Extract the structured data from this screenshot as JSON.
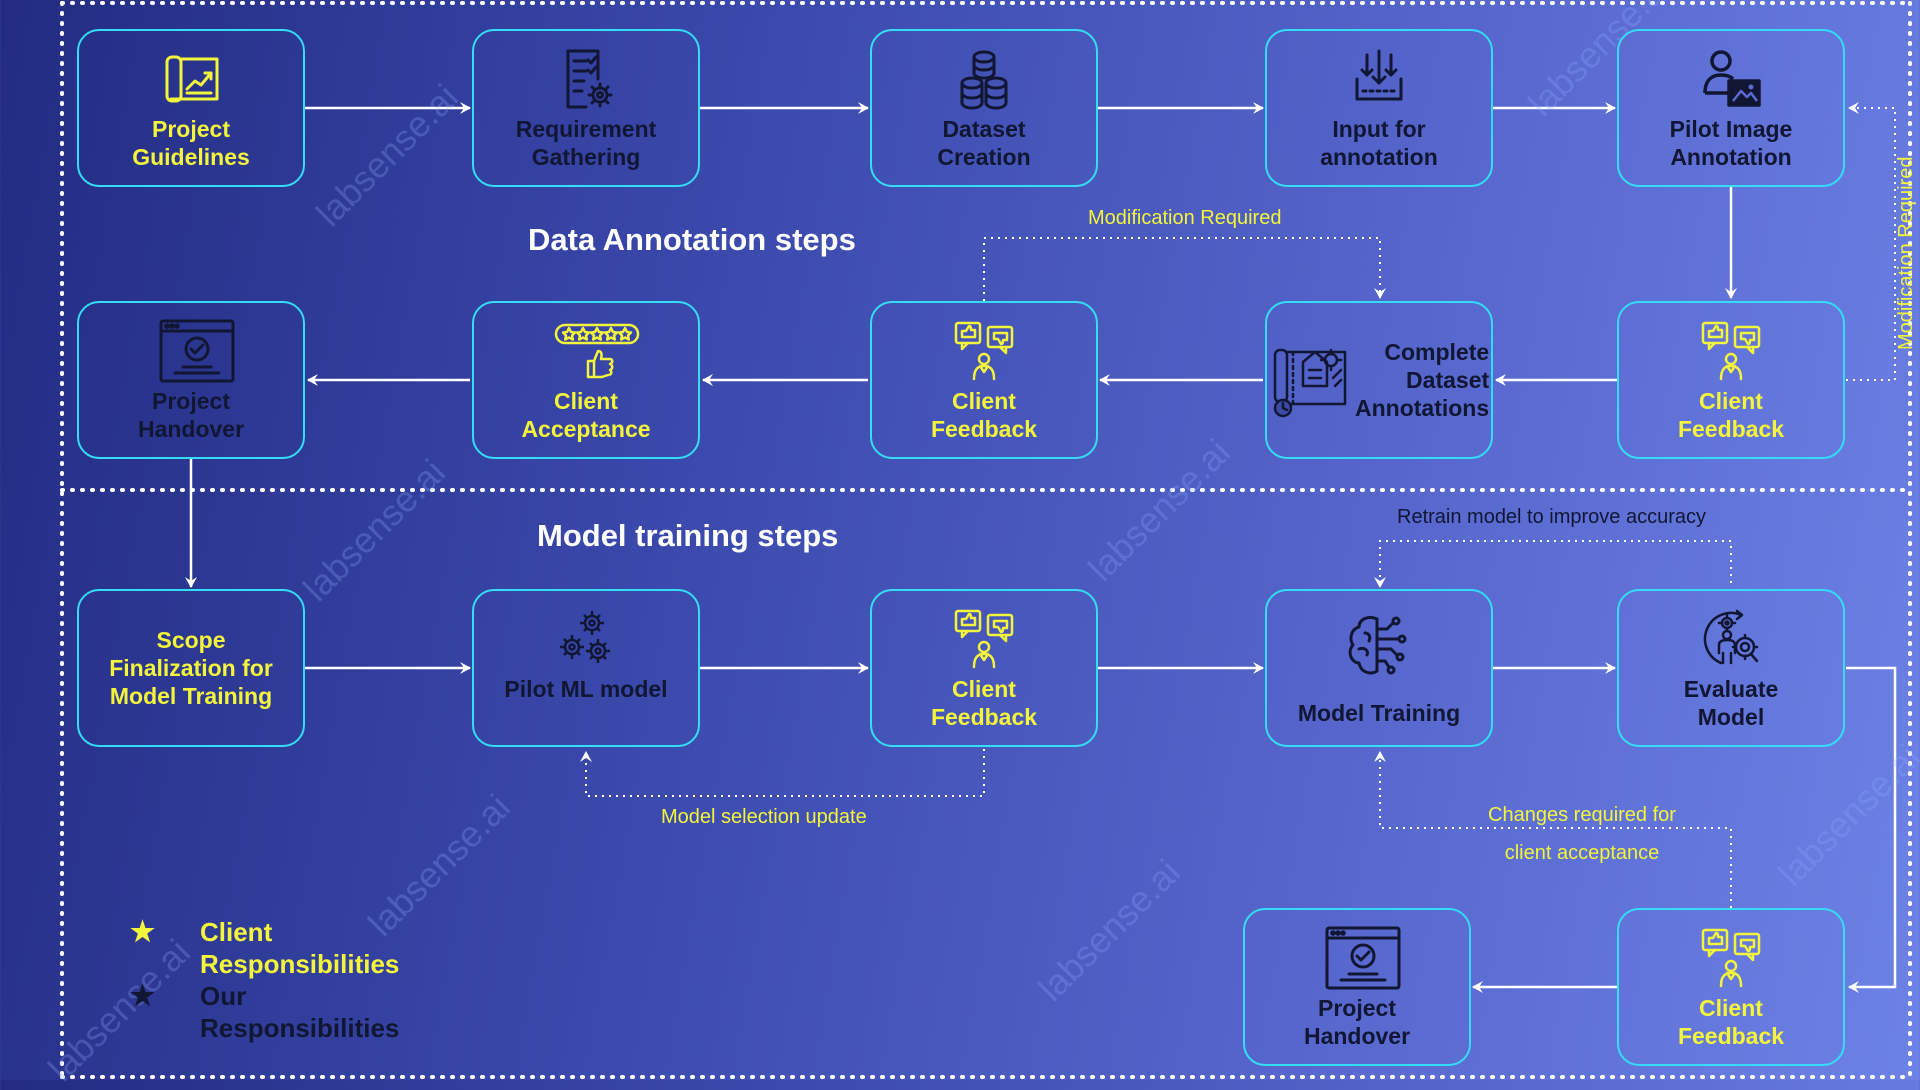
{
  "colors": {
    "box_border": "#34dcf5",
    "client_text": "#f3f53a",
    "our_text": "#111633",
    "arrow": "#ffffff",
    "dotted": "#ffffff"
  },
  "sections": {
    "annotation_title": "Data Annotation steps",
    "training_title": "Model training steps"
  },
  "nodes": {
    "project_guidelines": {
      "label": "Project\nGuidelines",
      "owner": "client",
      "icon": "chart-board-icon"
    },
    "requirement_gathering": {
      "label": "Requirement\nGathering",
      "owner": "ours",
      "icon": "checklist-gear-icon"
    },
    "dataset_creation": {
      "label": "Dataset\nCreation",
      "owner": "ours",
      "icon": "database-icon"
    },
    "input_annotation": {
      "label": "Input for\nannotation",
      "owner": "ours",
      "icon": "input-tray-icon"
    },
    "pilot_image_annotation": {
      "label": "Pilot Image\nAnnotation",
      "owner": "ours",
      "icon": "user-image-icon"
    },
    "client_feedback_1": {
      "label": "Client\nFeedback",
      "owner": "client",
      "icon": "feedback-icon"
    },
    "complete_dataset": {
      "label": "Complete\nDataset\nAnnotations",
      "owner": "ours",
      "icon": "blueprint-icon"
    },
    "client_feedback_2": {
      "label": "Client\nFeedback",
      "owner": "client",
      "icon": "feedback-icon"
    },
    "client_acceptance": {
      "label": "Client\nAcceptance",
      "owner": "client",
      "icon": "rating-thumb-icon"
    },
    "project_handover_1": {
      "label": "Project\nHandover",
      "owner": "ours",
      "icon": "monitor-check-icon"
    },
    "scope_finalization": {
      "label": "Scope\nFinalization for\nModel Training",
      "owner": "client",
      "icon": ""
    },
    "pilot_ml_model": {
      "label": "Pilot ML model",
      "owner": "ours",
      "icon": "gears-icon"
    },
    "client_feedback_3": {
      "label": "Client\nFeedback",
      "owner": "client",
      "icon": "feedback-icon"
    },
    "model_training": {
      "label": "Model Training",
      "owner": "ours",
      "icon": "brain-circuit-icon"
    },
    "evaluate_model": {
      "label": "Evaluate\nModel",
      "owner": "ours",
      "icon": "evaluate-icon"
    },
    "client_feedback_4": {
      "label": "Client\nFeedback",
      "owner": "client",
      "icon": "feedback-icon"
    },
    "project_handover_2": {
      "label": "Project\nHandover",
      "owner": "ours",
      "icon": "monitor-check-icon"
    }
  },
  "notes": {
    "modification_required_top": "Modification Required",
    "modification_required_side": "Modification Required",
    "retrain": "Retrain model to improve accuracy",
    "model_selection": "Model selection update",
    "changes_required": "Changes required for\nclient acceptance"
  },
  "legend": {
    "client": "Client\nResponsibilities",
    "ours": "Our\nResponsibilities",
    "star": "★"
  },
  "watermark": "labsense.ai"
}
